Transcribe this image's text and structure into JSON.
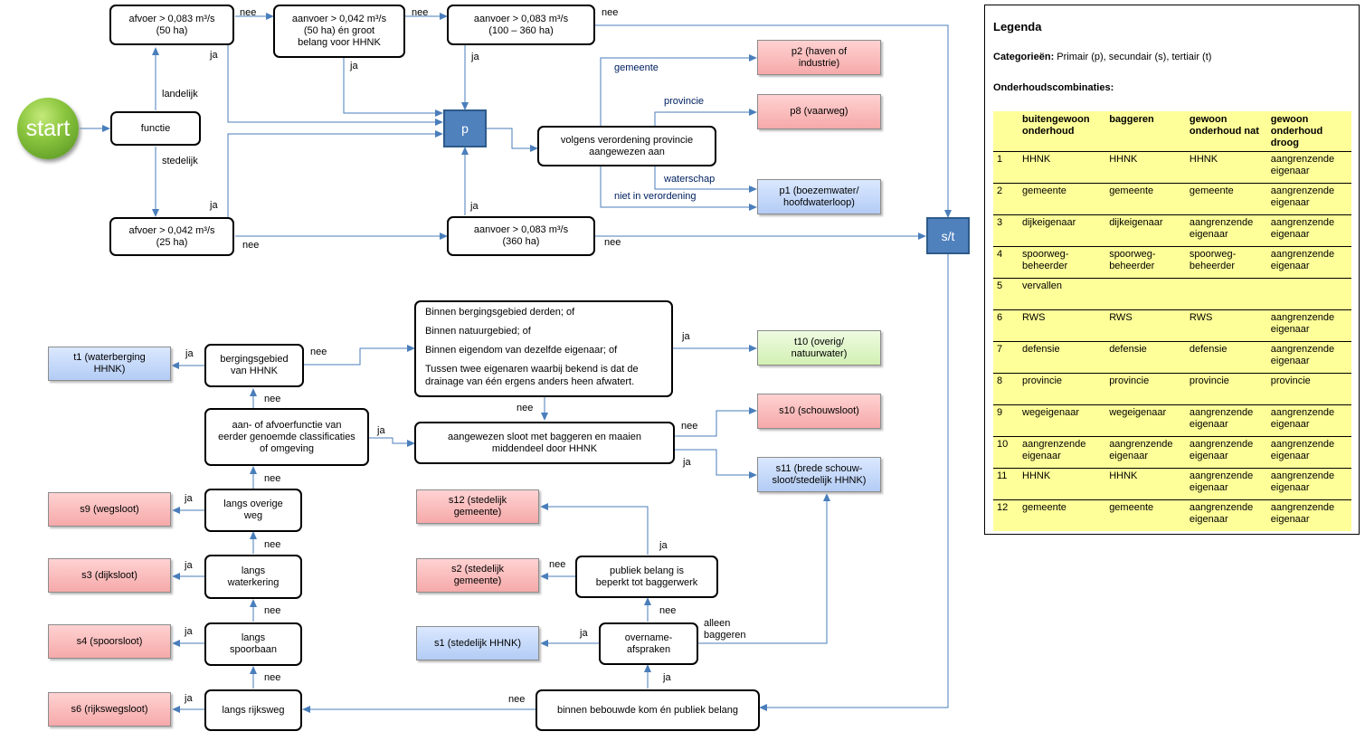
{
  "start": "start",
  "boxes": {
    "functie": "functie",
    "afvoer50": "afvoer > 0,083 m³/s\n(50 ha)",
    "aanvoer50": "aanvoer > 0,042 m³/s\n(50 ha) én groot\nbelang voor HHNK",
    "aanvoer100": "aanvoer > 0,083 m³/s\n(100 – 360 ha)",
    "afvoer25": "afvoer > 0,042 m³/s\n(25 ha)",
    "aanvoer360": "aanvoer > 0,083 m³/s\n(360 ha)",
    "verordening": "volgens verordening provincie\naangewezen aan",
    "bergingsgebied": "bergingsgebied\nvan HHNK",
    "aanafvoer": "aan- of afvoerfunctie van\neerder genoemde classificaties\nof omgeving",
    "overigeweg": "langs overige\nweg",
    "waterkering": "langs\nwaterkering",
    "spoorbaan": "langs\nspoorbaan",
    "rijksweg": "langs rijksweg",
    "aangewezen": "aangewezen sloot met baggeren en maaien\nmiddendeel door HHNK",
    "publiekbelang": "publiek belang is\nbeperkt tot baggerwerk",
    "overname": "overname-\nafspraken",
    "bebouwd": "binnen bebouwde kom én publiek belang"
  },
  "multi_lines": [
    "Binnen bergingsgebied derden; of",
    "Binnen natuurgebied; of",
    "Binnen eigendom van dezelfde eigenaar; of",
    "Tussen twee eigenaren waarbij bekend is dat de drainage van één ergens anders heen afwatert."
  ],
  "squares": {
    "p": "p",
    "st": "s/t"
  },
  "categories": {
    "p2": "p2 (haven of\nindustrie)",
    "p8": "p8 (vaarweg)",
    "p1": "p1 (boezemwater/\nhoofdwaterloop)",
    "t10": "t10 (overig/\nnatuurwater)",
    "s10": "s10 (schouwsloot)",
    "s11": "s11 (brede schouw-\nsloot/stedelijk HHNK)",
    "t1": "t1 (waterberging\nHHNK)",
    "s9": "s9 (wegsloot)",
    "s3": "s3 (dijksloot)",
    "s4": "s4 (spoorsloot)",
    "s6": "s6 (rijkswegsloot)",
    "s12": "s12 (stedelijk\ngemeente)",
    "s2": "s2 (stedelijk\ngemeente)",
    "s1": "s1 (stedelijk HHNK)"
  },
  "labels": {
    "nee": "nee",
    "ja": "ja",
    "landelijk": "landelijk",
    "stedelijk": "stedelijk",
    "gemeente": "gemeente",
    "provincie": "provincie",
    "waterschap": "waterschap",
    "niet_verordening": "niet in verordening",
    "alleen_baggeren": "alleen\nbaggeren"
  },
  "legend": {
    "title": "Legenda",
    "categories_bold": "Categorieën:",
    "categories_text": " Primair (p), secundair (s), tertiair (t)",
    "combinations_title": "Onderhoudscombinaties:",
    "headers": [
      "",
      "buitengewoon onderhoud",
      "baggeren",
      "gewoon onderhoud nat",
      "gewoon onderhoud droog"
    ],
    "rows": [
      [
        "1",
        "HHNK",
        "HHNK",
        "HHNK",
        "aangrenzende eigenaar"
      ],
      [
        "2",
        "gemeente",
        "gemeente",
        "gemeente",
        "aangrenzende eigenaar"
      ],
      [
        "3",
        "dijkeigenaar",
        "dijkeigenaar",
        "aangrenzende eigenaar",
        "aangrenzende eigenaar"
      ],
      [
        "4",
        "spoorweg-beheerder",
        "spoorweg-beheerder",
        "spoorweg-beheerder",
        "aangrenzende eigenaar"
      ],
      [
        "5",
        "vervallen",
        "",
        "",
        ""
      ],
      [
        "6",
        "RWS",
        "RWS",
        "RWS",
        "aangrenzende eigenaar"
      ],
      [
        "7",
        "defensie",
        "defensie",
        "defensie",
        "aangrenzende eigenaar"
      ],
      [
        "8",
        "provincie",
        "provincie",
        "provincie",
        "provincie"
      ],
      [
        "9",
        "wegeigenaar",
        "wegeigenaar",
        "aangrenzende eigenaar",
        "aangrenzende eigenaar"
      ],
      [
        "10",
        "aangrenzende eigenaar",
        "aangrenzende eigenaar",
        "aangrenzende eigenaar",
        "aangrenzende eigenaar"
      ],
      [
        "11",
        "HHNK",
        "HHNK",
        "aangrenzende eigenaar",
        "aangrenzende eigenaar"
      ],
      [
        "12",
        "gemeente",
        "gemeente",
        "aangrenzende eigenaar",
        "aangrenzende eigenaar"
      ]
    ]
  }
}
